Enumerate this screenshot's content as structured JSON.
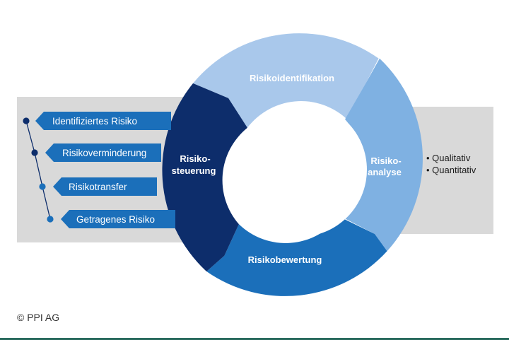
{
  "colors": {
    "gray_band": "#d9d9d9",
    "seg_identifikation": "#a9c8eb",
    "seg_analyse": "#7fb1e2",
    "seg_bewertung": "#1b6fba",
    "seg_steuerung": "#0d2d6b",
    "tag_fill": "#1b6fba",
    "connector": "#0d2d6b"
  },
  "cycle": {
    "identifikation": "Risikoidentifikation",
    "analyse_1": "Risiko-",
    "analyse_2": "analyse",
    "bewertung": "Risikobewertung",
    "steuerung_1": "Risiko-",
    "steuerung_2": "steuerung"
  },
  "analysis_options": [
    "• Qualitativ",
    "• Quantitativ"
  ],
  "control_options": [
    "Identifiziertes Risiko",
    "Risikoverminderung",
    "Risikotransfer",
    "Getragenes Risiko"
  ],
  "footer": {
    "copyright": "© PPI AG"
  }
}
